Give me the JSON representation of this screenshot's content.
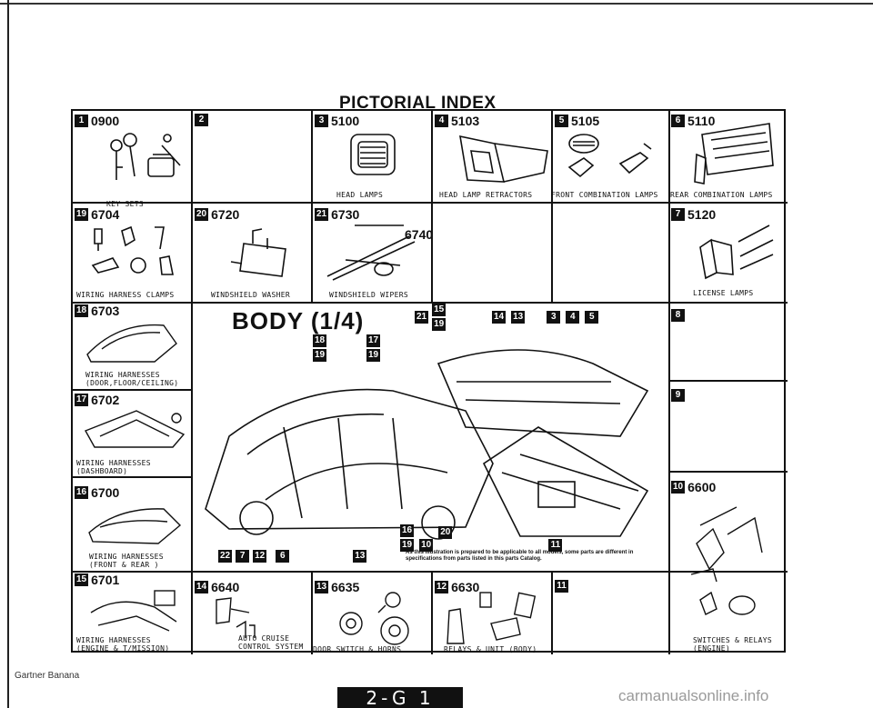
{
  "page_title": "PICTORIAL INDEX",
  "body_title": "BODY (1/4)",
  "footnote": "As this illustration is prepared to be applicable to all models, some parts are different in specifications from parts listed in this parts Catalog.",
  "source_label": "Gartner Banana",
  "page_tab": "2-G 1",
  "watermark": "carmanualsonline.info",
  "cells": [
    {
      "badge": "1",
      "code": "0900",
      "caption": "KEY SETS"
    },
    {
      "badge": "2",
      "code": "",
      "caption": ""
    },
    {
      "badge": "3",
      "code": "5100",
      "caption": "HEAD LAMPS"
    },
    {
      "badge": "4",
      "code": "5103",
      "caption": "HEAD LAMP RETRACTORS"
    },
    {
      "badge": "5",
      "code": "5105",
      "caption": "FRONT COMBINATION LAMPS"
    },
    {
      "badge": "6",
      "code": "5110",
      "caption": "REAR COMBINATION LAMPS"
    },
    {
      "badge": "19",
      "code": "6704",
      "caption": "WIRING HARNESS CLAMPS"
    },
    {
      "badge": "20",
      "code": "6720",
      "caption": "WINDSHIELD WASHER"
    },
    {
      "badge": "21",
      "code": "6730",
      "sub": "6740",
      "caption": "WINDSHIELD WIPERS"
    },
    {
      "badge": "7",
      "code": "5120",
      "caption": "LICENSE LAMPS"
    },
    {
      "badge": "18",
      "code": "6703",
      "caption": "WIRING HARNESSES\n(DOOR,FLOOR/CEILING)"
    },
    {
      "badge": "8",
      "code": "",
      "caption": ""
    },
    {
      "badge": "17",
      "code": "6702",
      "caption": "WIRING HARNESSES\n(DASHBOARD)"
    },
    {
      "badge": "9",
      "code": "",
      "caption": ""
    },
    {
      "badge": "16",
      "code": "6700",
      "caption": "WIRING HARNESSES\n(FRONT & REAR )"
    },
    {
      "badge": "10",
      "code": "6600",
      "caption": "SWITCHES & RELAYS\n(ENGINE)"
    },
    {
      "badge": "15",
      "code": "6701",
      "caption": "WIRING HARNESSES\n(ENGINE & T/MISSION)"
    },
    {
      "badge": "14",
      "code": "6640",
      "caption": "AUTO CRUISE\nCONTROL SYSTEM"
    },
    {
      "badge": "13",
      "code": "6635",
      "caption": "DOOR SWITCH & HORNS"
    },
    {
      "badge": "12",
      "code": "6630",
      "caption": "RELAYS & UNIT (BODY)"
    },
    {
      "badge": "11",
      "code": "",
      "caption": ""
    }
  ],
  "body_badges": {
    "top_row": [
      "21",
      "15",
      "19",
      "14",
      "13",
      "3",
      "4",
      "5"
    ],
    "left_stack_a": [
      "18",
      "19"
    ],
    "left_stack_b": [
      "17",
      "19"
    ],
    "lower_mid": [
      "16",
      "19",
      "10",
      "20",
      "11"
    ],
    "bottom_row": [
      "22",
      "7",
      "12",
      "6",
      "13"
    ]
  }
}
